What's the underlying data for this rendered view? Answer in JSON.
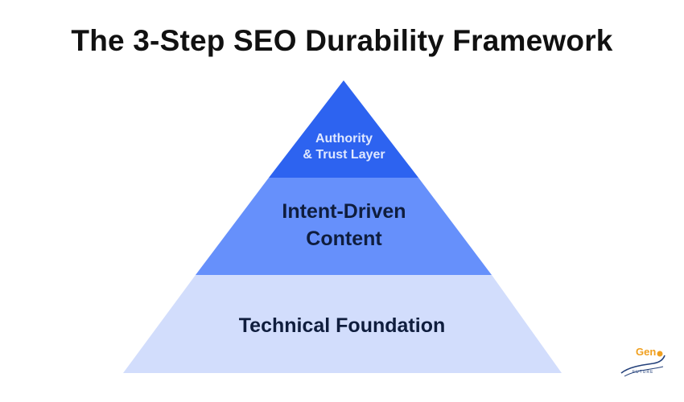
{
  "title": "The 3-Step SEO Durability Framework",
  "layers": [
    {
      "lines": [
        "Authority",
        "& Trust Layer"
      ],
      "color": "#2d63f0"
    },
    {
      "lines": [
        "Intent-Driven",
        "Content"
      ],
      "color": "#6690fb"
    },
    {
      "lines": [
        "Technical Foundation"
      ],
      "color": "#d2ddfc"
    }
  ],
  "logo": {
    "brand": "Gen",
    "tagline": "FUTURE"
  }
}
